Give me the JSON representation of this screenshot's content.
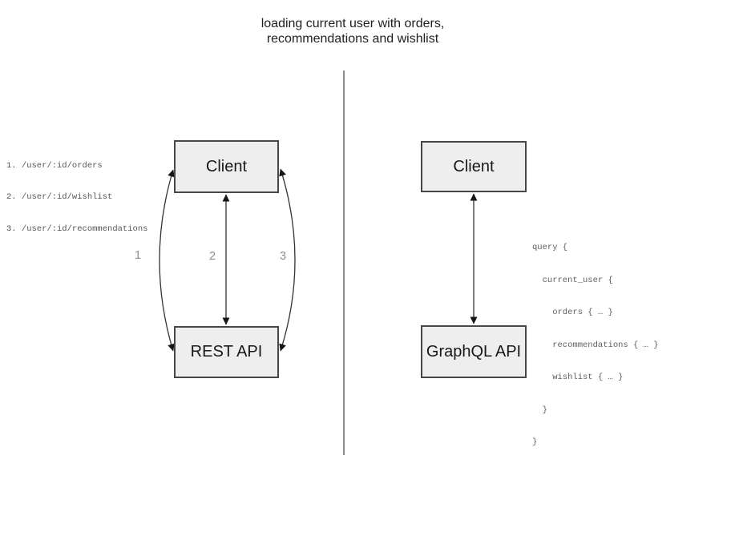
{
  "title": {
    "line1": "loading current user with orders,",
    "line2": "recommendations and wishlist"
  },
  "rest_panel": {
    "client_label": "Client",
    "api_label": "REST API",
    "endpoints": [
      "1. /user/:id/orders",
      "2. /user/:id/wishlist",
      "3. /user/:id/recommendations"
    ],
    "arrow_labels": [
      "1",
      "2",
      "3"
    ]
  },
  "graphql_panel": {
    "client_label": "Client",
    "api_label": "GraphQL API",
    "query_lines": [
      "query {",
      "  current_user {",
      "    orders { … }",
      "    recommendations { … }",
      "    wishlist { … }",
      "  }",
      "}"
    ]
  },
  "colors": {
    "box_fill": "#eeeeee",
    "box_border": "#474747",
    "arrow": "#333333",
    "arrowhead": "#151515",
    "divider": "#4f4f4f",
    "number_label": "#8c8c8c",
    "code_text": "#5e5e5e",
    "title_text": "#1f1f1f"
  }
}
